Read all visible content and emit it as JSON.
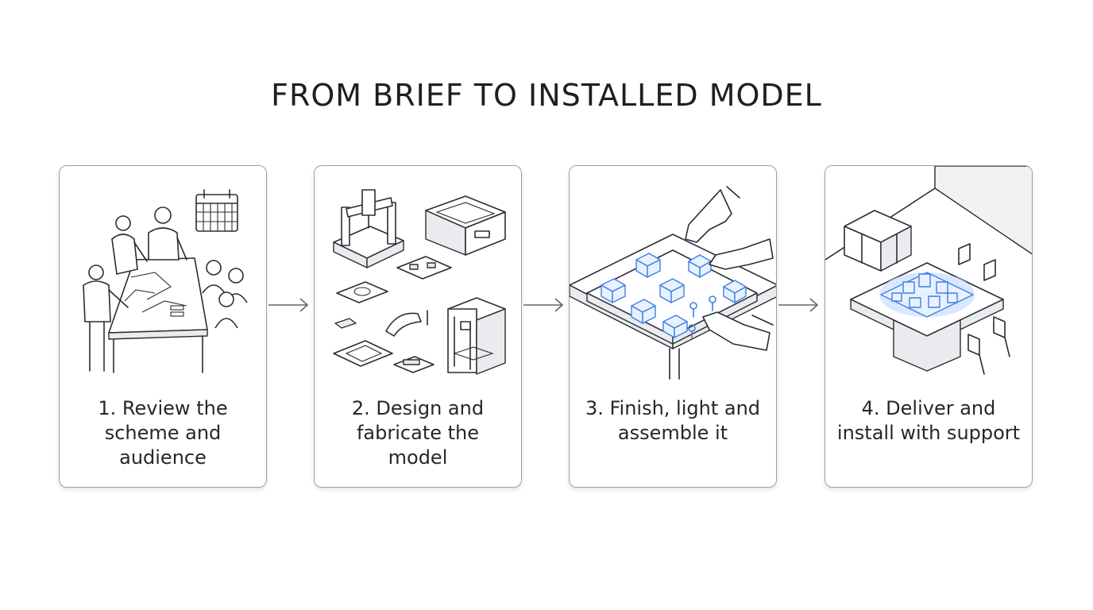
{
  "title": "FROM BRIEF TO INSTALLED MODEL",
  "steps": [
    {
      "label": "1. Review the scheme and audience",
      "icon": "planning-table-people-calendar-icon"
    },
    {
      "label": "2. Design and fabricate the model",
      "icon": "fabrication-machines-parts-icon"
    },
    {
      "label": "3. Finish, light and assemble it",
      "icon": "lit-model-assembly-hands-icon"
    },
    {
      "label": "4. Deliver and install with support",
      "icon": "installed-model-room-crate-icon"
    }
  ],
  "colors": {
    "accent": "#3f7fe0",
    "border": "#9aa1a8",
    "text": "#24272b"
  }
}
